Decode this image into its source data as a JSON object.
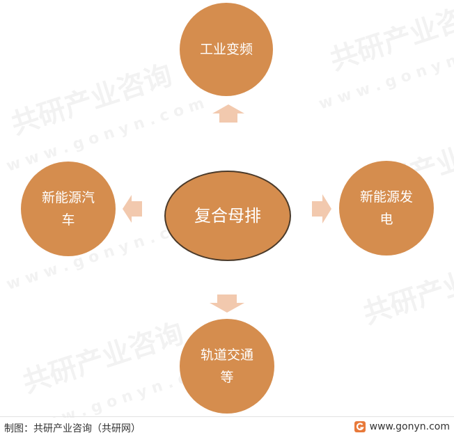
{
  "diagram": {
    "center": "复合母排",
    "top": "工业变频",
    "left": [
      "新能源汽",
      "车"
    ],
    "right": [
      "新能源发",
      "电"
    ],
    "bottom": [
      "轨道交通",
      "等"
    ]
  },
  "watermark": {
    "brand": "共研产业咨询",
    "url": "w w w . g o n y n . c o m"
  },
  "footer": {
    "source": "制图：共研产业咨询（共研网）",
    "website": "www.gonyn.com"
  },
  "colors": {
    "node": "#d58d4e",
    "arrow": "#f2c9ae",
    "center_border": "#4a3a2a"
  }
}
